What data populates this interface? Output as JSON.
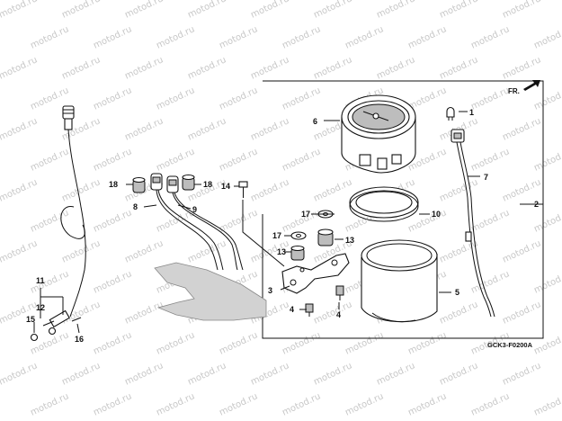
{
  "watermark": "motod.ru",
  "diagram_code": "GCK3-F0200A",
  "direction_label": "FR.",
  "callouts": {
    "c1": "1",
    "c2": "2",
    "c3": "3",
    "c4a": "4",
    "c4b": "4",
    "c5": "5",
    "c6": "6",
    "c7": "7",
    "c8": "8",
    "c9": "9",
    "c10": "10",
    "c11": "11",
    "c12": "12",
    "c13a": "13",
    "c13b": "13",
    "c14": "14",
    "c15": "15",
    "c16": "16",
    "c17a": "17",
    "c17b": "17",
    "c18a": "18",
    "c18b": "18"
  }
}
